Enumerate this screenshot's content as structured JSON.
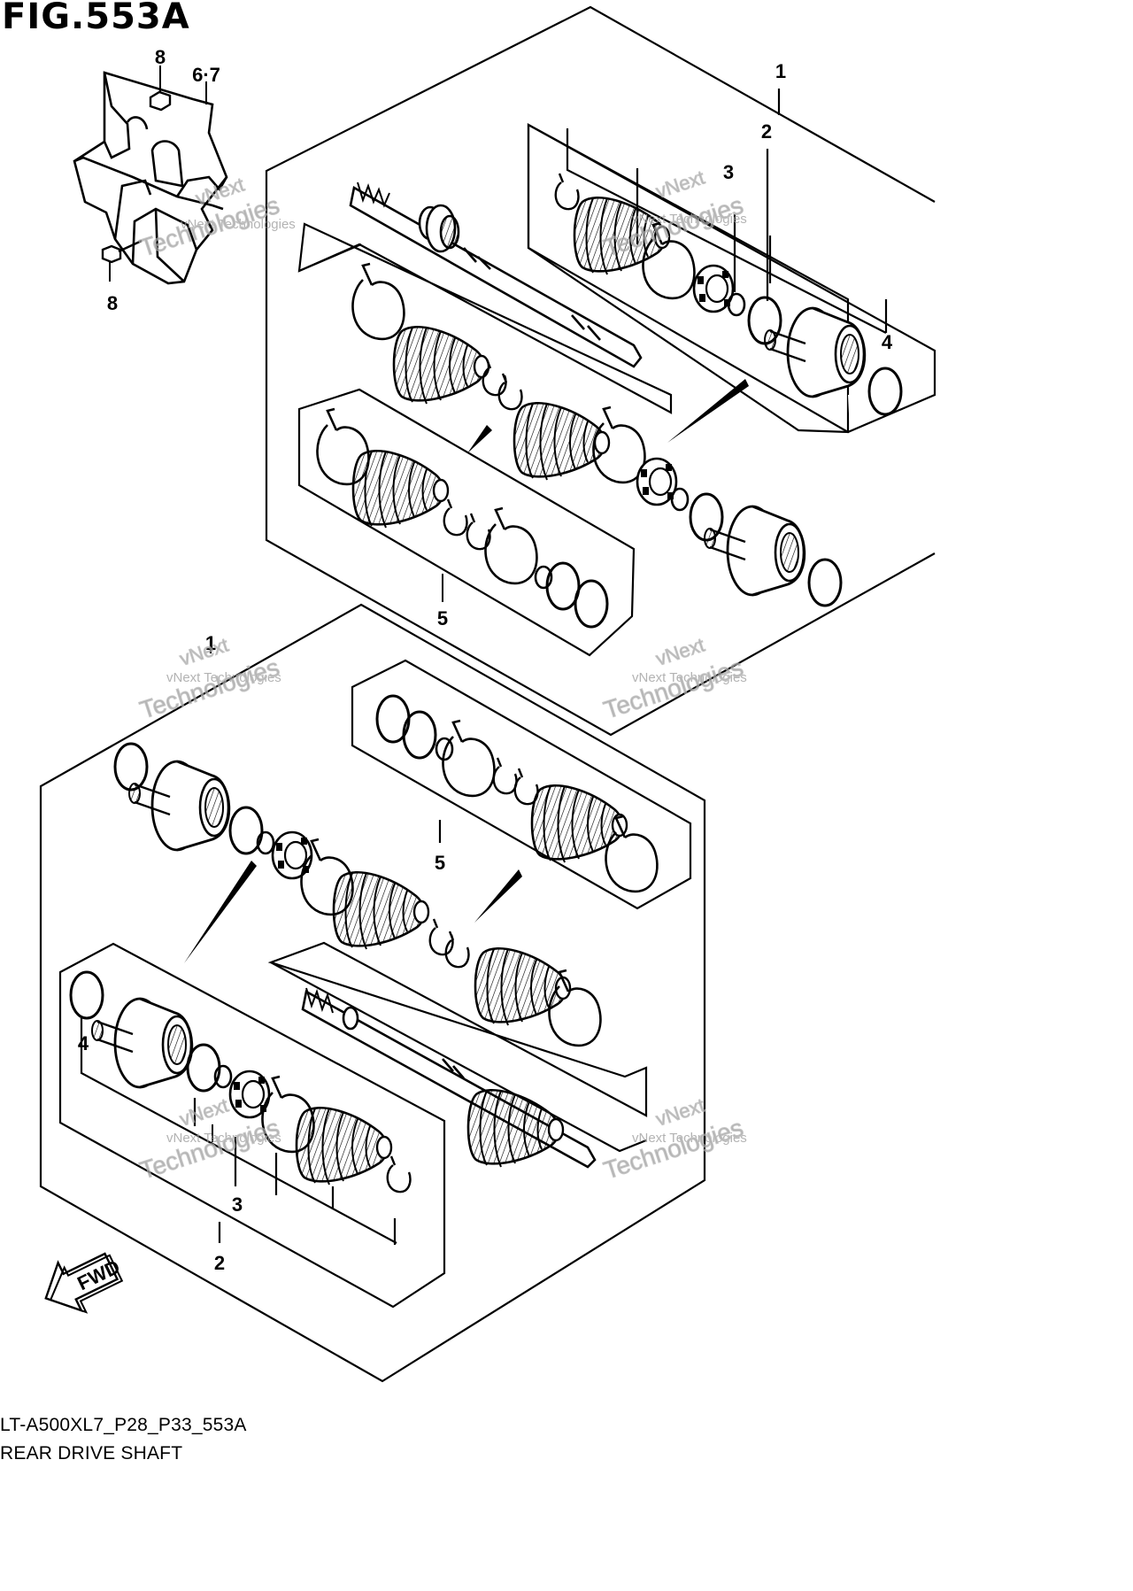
{
  "figure": {
    "title": "FIG.553A",
    "drawing_code": "LT-A500XL7_P28_P33_553A",
    "name": "REAR DRIVE SHAFT"
  },
  "callouts": {
    "bolt_top": "8",
    "guard": "6·7",
    "bolt_bottom": "8",
    "top_assembly": "1",
    "top_outer_joint": "2",
    "top_joint_cage": "3",
    "top_circlip": "4",
    "top_boot_kit": "5",
    "bottom_assembly": "1",
    "bottom_boot_kit": "5",
    "bottom_circlip": "4",
    "bottom_joint_cage": "3",
    "bottom_outer_joint": "2"
  },
  "fwd_label": "FWD",
  "watermark": {
    "line1": "vNext Technologies",
    "line2": "Technologies",
    "line3": "vNext"
  }
}
